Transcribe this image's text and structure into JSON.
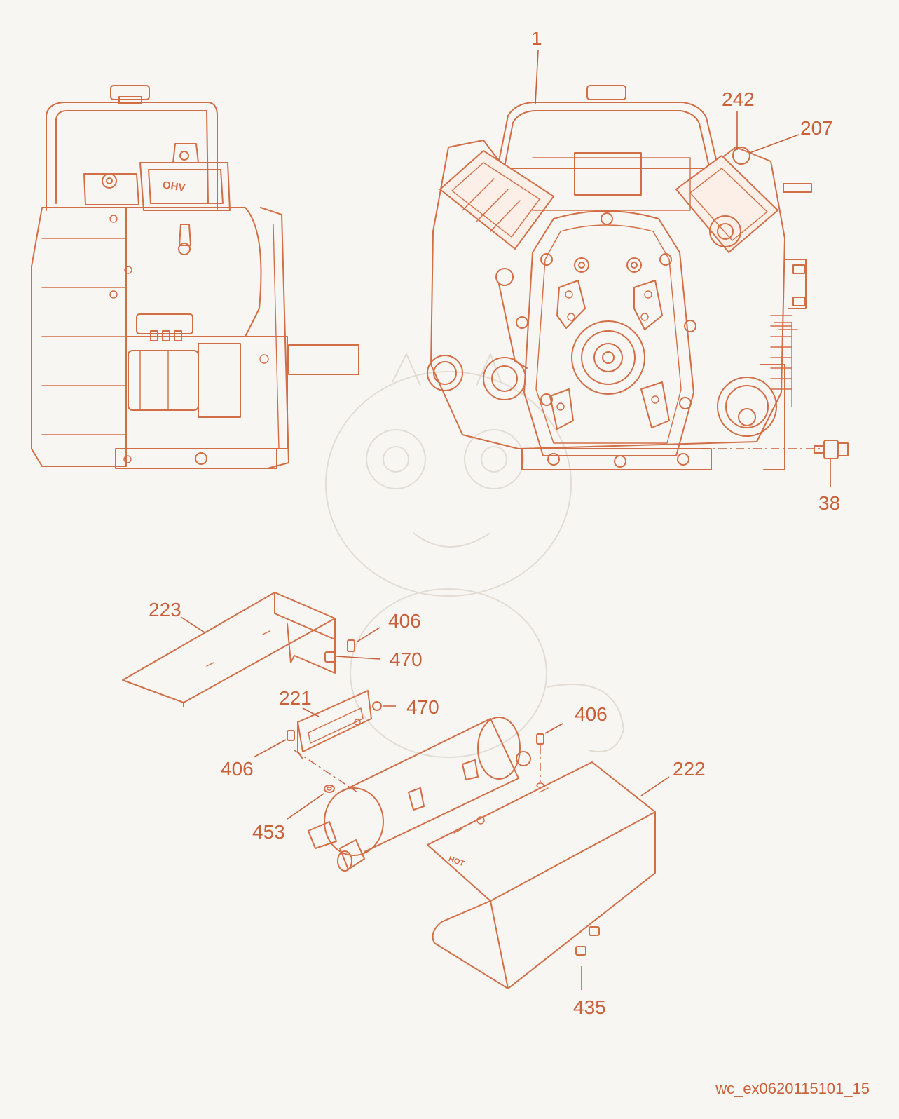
{
  "accent_color": "#c8603a",
  "engine_side_view": {
    "valve_cover_text": "OHV"
  },
  "callouts": [
    {
      "id": "c1",
      "text": "1"
    },
    {
      "id": "c242",
      "text": "242"
    },
    {
      "id": "c207",
      "text": "207"
    },
    {
      "id": "c38",
      "text": "38"
    },
    {
      "id": "c223",
      "text": "223"
    },
    {
      "id": "c406a",
      "text": "406"
    },
    {
      "id": "c470a",
      "text": "470"
    },
    {
      "id": "c221",
      "text": "221"
    },
    {
      "id": "c470b",
      "text": "470"
    },
    {
      "id": "c406b",
      "text": "406"
    },
    {
      "id": "c406c",
      "text": "406"
    },
    {
      "id": "c222",
      "text": "222"
    },
    {
      "id": "c453",
      "text": "453"
    },
    {
      "id": "c435",
      "text": "435"
    }
  ],
  "muffler_guard_text": "HOT",
  "image_code": "wc_ex0620115101_15"
}
